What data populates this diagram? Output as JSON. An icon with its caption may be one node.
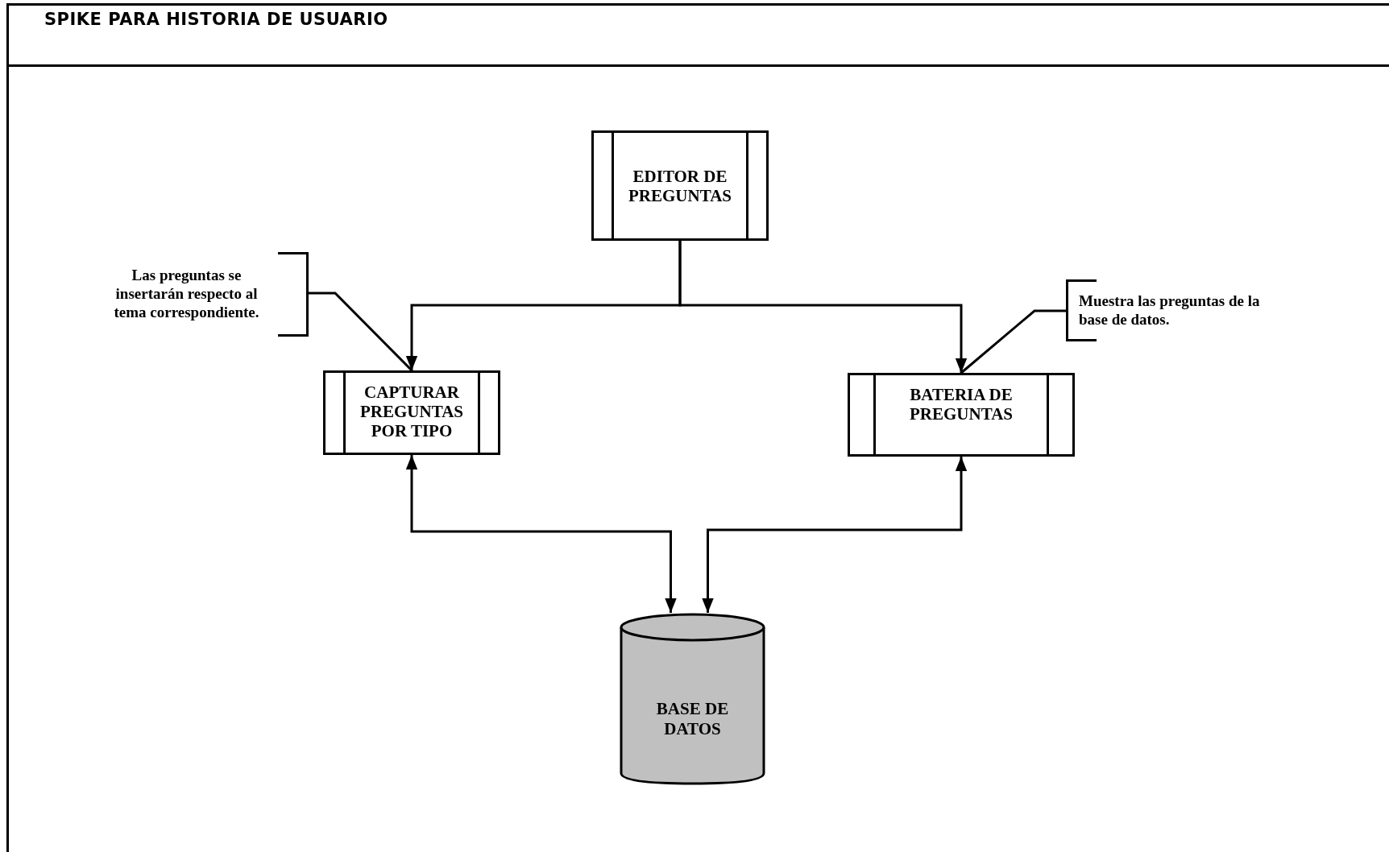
{
  "diagram": {
    "title": "SPIKE PARA HISTORIA DE USUARIO",
    "nodes": [
      {
        "text": [
          "EDITOR DE PREGUNTAS"
        ]
      },
      {
        "text": [
          "CAPTURAR PREGUNTAS POR TIPO"
        ]
      },
      {
        "text": [
          "BATERIA DE PREGUNTAS"
        ]
      },
      {
        "text": [
          "BASE DE DATOS"
        ]
      },
      {
        "text": [
          "Las preguntas se insertarán respecto al tema correspondiente."
        ]
      },
      {
        "text": [
          "Muestra las preguntas de la base de datos."
        ]
      }
    ],
    "edges": [
      {
        "from": 0,
        "to": 1,
        "arrow": "to"
      },
      {
        "from": 0,
        "to": 2,
        "arrow": "to"
      },
      {
        "from": 1,
        "to": 3,
        "arrow": "both"
      },
      {
        "from": 2,
        "to": 3,
        "arrow": "both"
      },
      {
        "from": 4,
        "to": 1,
        "arrow": "none"
      },
      {
        "from": 5,
        "to": 2,
        "arrow": "none"
      }
    ]
  }
}
